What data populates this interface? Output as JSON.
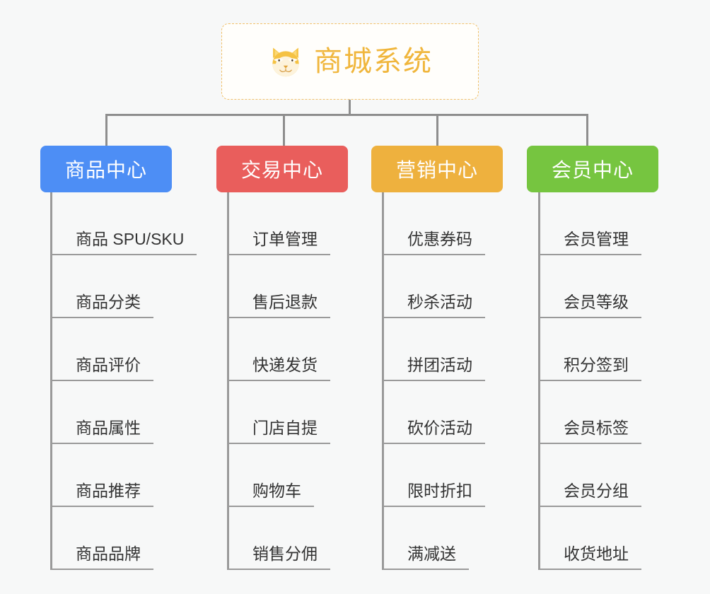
{
  "diagram": {
    "title": "商城系统",
    "root": {
      "label": "商城系统",
      "icon": "shiba-dog-emoji",
      "border_color": "#f0c06a",
      "text_color": "#f0b63c",
      "background": "#fffefb"
    },
    "background_color": "#f7f8f8",
    "connector_color": "#8e8e8e",
    "leaf_text_color": "#333333",
    "leaf_underline_color": "#9a9a9a",
    "columns": [
      {
        "label": "商品中心",
        "color": "#4d8ef5",
        "items": [
          "商品 SPU/SKU",
          "商品分类",
          "商品评价",
          "商品属性",
          "商品推荐",
          "商品品牌"
        ]
      },
      {
        "label": "交易中心",
        "color": "#e95e5c",
        "items": [
          "订单管理",
          "售后退款",
          "快递发货",
          "门店自提",
          "购物车",
          "销售分佣"
        ]
      },
      {
        "label": "营销中心",
        "color": "#eeb13e",
        "items": [
          "优惠券码",
          "秒杀活动",
          "拼团活动",
          "砍价活动",
          "限时折扣",
          "满减送"
        ]
      },
      {
        "label": "会员中心",
        "color": "#76c540",
        "items": [
          "会员管理",
          "会员等级",
          "积分签到",
          "会员标签",
          "会员分组",
          "收货地址"
        ]
      }
    ]
  }
}
